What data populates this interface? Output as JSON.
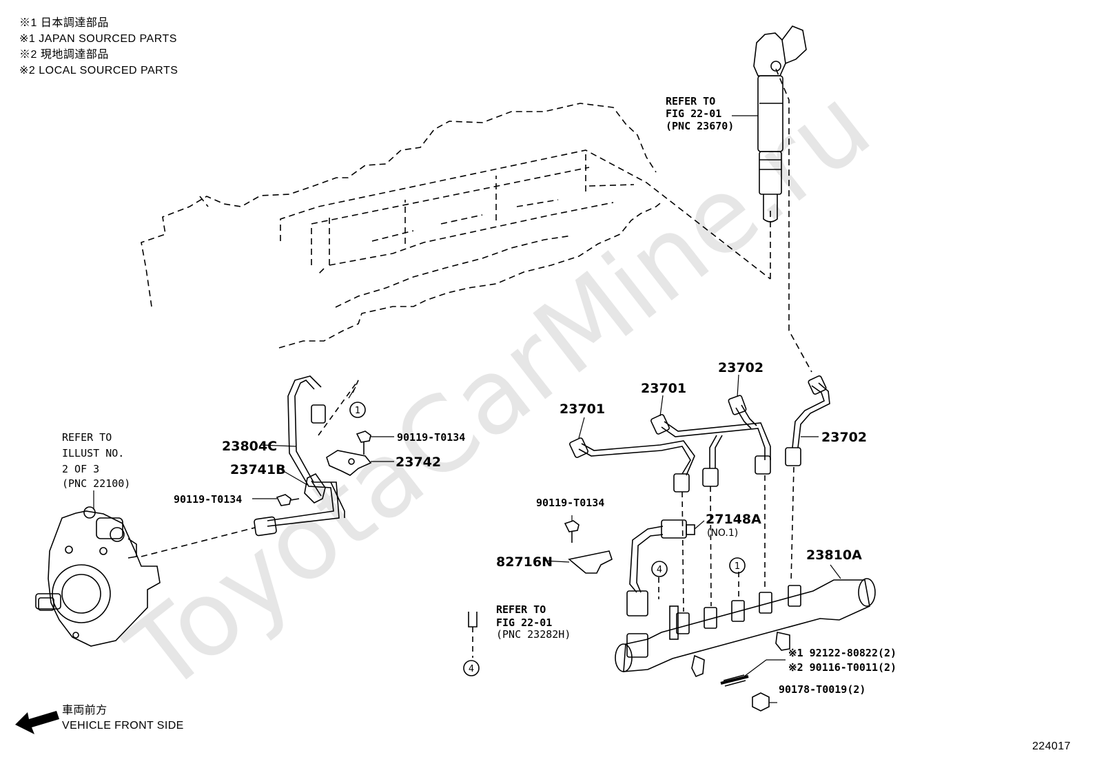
{
  "notes": [
    "※1 日本調達部品",
    "※1 JAPAN SOURCED PARTS",
    "※2 現地調達部品",
    "※2 LOCAL SOURCED PARTS"
  ],
  "watermark": "ToyotaCarMine.ru",
  "refs": {
    "injector": [
      "REFER TO",
      "FIG 22-01",
      "(PNC 23670)"
    ],
    "pump": [
      "REFER TO",
      "ILLUST NO.",
      "2 OF 3",
      "(PNC 22100)"
    ],
    "pressure_sensor": [
      "REFER TO",
      "FIG 22-01",
      "(PNC 23282H)"
    ]
  },
  "parts": {
    "p23804C": "23804C",
    "p23741B": "23741B",
    "p23742": "23742",
    "p90119_a": "90119-T0134",
    "p90119_b": "90119-T0134",
    "p90119_c": "90119-T0134",
    "p23701_a": "23701",
    "p23701_b": "23701",
    "p23702_a": "23702",
    "p23702_b": "23702",
    "p27148A": "27148A",
    "p27148A_sub": "(NO.1)",
    "p82716N": "82716N",
    "p23810A": "23810A",
    "p92122": "※1 92122-80822(2)",
    "p90116": "※2 90116-T0011(2)",
    "p90178": "90178-T0019(2)"
  },
  "callouts": {
    "c1_a": "1",
    "c1_b": "1",
    "c4_a": "4",
    "c4_b": "4"
  },
  "direction": {
    "jp": "車両前方",
    "en": "VEHICLE FRONT SIDE"
  },
  "figure_id": "224017"
}
